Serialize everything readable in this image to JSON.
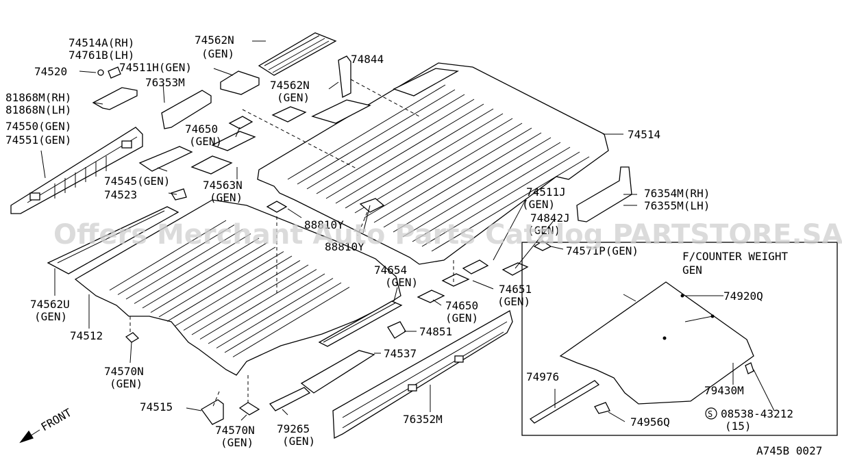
{
  "watermark": "Offers Merchant Auto Parts Catalog PARTSTORE.SA",
  "figure_code": "A745B 0027",
  "front_label": "FRONT",
  "inset": {
    "title_line1": "F/COUNTER WEIGHT",
    "title_line2": "GEN"
  },
  "labels": {
    "p74514a": "74514A(RH)",
    "p74761b": "74761B(LH)",
    "p74520": "74520",
    "p74511h": "74511H(GEN)",
    "p76353m": "76353M",
    "p81868m": "81868M(RH)",
    "p81868n": "81868N(LH)",
    "p74550": "74550(GEN)",
    "p74551": "74551(GEN)",
    "p74562n_top": "74562N",
    "p74562n_top_gen": "(GEN)",
    "p74844": "74844",
    "p74562n_mid": "74562N",
    "p74562n_mid_gen": "(GEN)",
    "p74650_top": "74650",
    "p74650_top_gen": "(GEN)",
    "p74514": "74514",
    "p74545": "74545(GEN)",
    "p74523": "74523",
    "p74563n": "74563N",
    "p74563n_gen": "(GEN)",
    "p74511j": "74511J",
    "p74511j_gen": "(GEN)",
    "p74842j": "74842J",
    "p74842j_gen": "(GEN)",
    "p76354m": "76354M(RH)",
    "p76355m": "76355M(LH)",
    "p88810y_a": "88810Y",
    "p88810y_b": "88810Y",
    "p74571p": "74571P(GEN)",
    "p74654": "74654",
    "p74654_gen": "(GEN)",
    "p74651": "74651",
    "p74651_gen": "(GEN)",
    "p74650_low": "74650",
    "p74650_low_gen": "(GEN)",
    "p74562u": "74562U",
    "p74562u_gen": "(GEN)",
    "p74512": "74512",
    "p74851": "74851",
    "p74537": "74537",
    "p74570n_a": "74570N",
    "p74570n_a_gen": "(GEN)",
    "p74515": "74515",
    "p74570n_b": "74570N",
    "p74570n_b_gen": "(GEN)",
    "p79265": "79265",
    "p79265_gen": "(GEN)",
    "p76352m": "76352M",
    "p74920q": "74920Q",
    "p74976": "74976",
    "p79430m": "79430M",
    "p08538": "08538-43212",
    "p08538_qty": "(15)",
    "p74956q": "74956Q"
  }
}
